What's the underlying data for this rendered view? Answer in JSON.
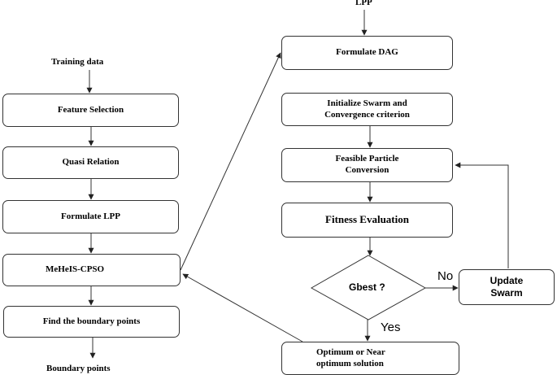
{
  "left": {
    "input_label": "Training data",
    "feature_selection": "Feature Selection",
    "quasi_relation": "Quasi Relation",
    "formulate_lpp": "Formulate LPP",
    "mehels_cpso": "MeHeIS-CPSO",
    "find_boundary": "Find the boundary points",
    "output_label": "Boundary points"
  },
  "right": {
    "input_label": "LPP",
    "formulate_dag": "Formulate  DAG",
    "init_swarm_line1": "Initialize  Swarm and",
    "init_swarm_line2": "Convergence criterion",
    "feasible_line1": "Feasible Particle",
    "feasible_line2": "Conversion",
    "fitness": "Fitness Evaluation",
    "decision": "Gbest ?",
    "no_label": "No",
    "yes_label": "Yes",
    "update_line1": "Update",
    "update_line2": "Swarm",
    "optimum_line1": "Optimum or Near",
    "optimum_line2": "optimum solution"
  },
  "colors": {
    "stroke": "#333333",
    "fill": "#ffffff",
    "text": "#000000"
  }
}
